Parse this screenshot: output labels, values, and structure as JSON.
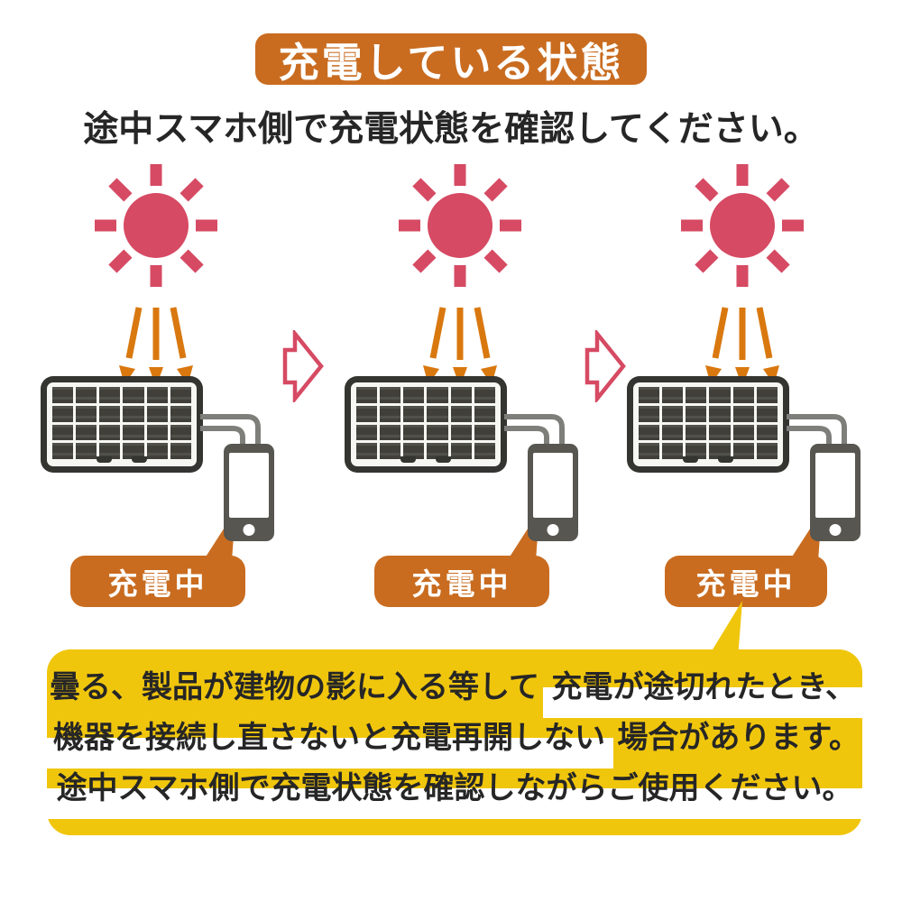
{
  "title": "充電している状態",
  "subtitle": "途中スマホ側で充電状態を確認してください。",
  "stages": [
    {
      "label": "充電中"
    },
    {
      "label": "充電中"
    },
    {
      "label": "充電中"
    }
  ],
  "note": {
    "line1": {
      "normal": "曇る、製品が建物の影に入る等して",
      "highlight": "充電が途切れたとき、"
    },
    "line2": {
      "highlight": "機器を接続し直さないと充電再開しない",
      "normal": "場合があります。"
    },
    "line3": {
      "highlight": "途中スマホ側で充電状態を確認しながらご使用ください。"
    }
  },
  "colors": {
    "accent_orange": "#c96c20",
    "arrow_orange": "#d9780f",
    "sun_pink": "#d64a63",
    "note_yellow": "#f0c60d",
    "panel_dark": "#343430",
    "phone_gray": "#575650"
  }
}
